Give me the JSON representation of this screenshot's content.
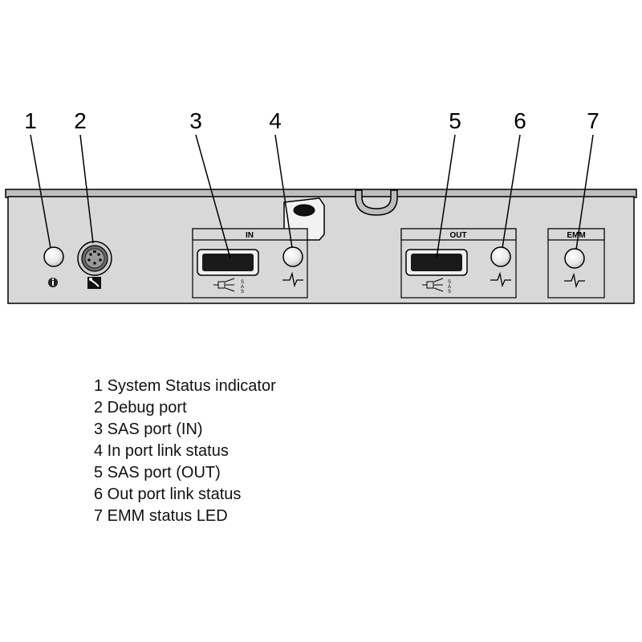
{
  "callouts": [
    {
      "num": "1",
      "label": "System Status indicator"
    },
    {
      "num": "2",
      "label": "Debug port"
    },
    {
      "num": "3",
      "label": "SAS port (IN)"
    },
    {
      "num": "4",
      "label": "In port link status"
    },
    {
      "num": "5",
      "label": "SAS port (OUT)"
    },
    {
      "num": "6",
      "label": "Out port link status"
    },
    {
      "num": "7",
      "label": "EMM status LED"
    }
  ],
  "panel": {
    "in_label": "IN",
    "out_label": "OUT",
    "emm_label": "EMM",
    "sas_letters": [
      "S",
      "A",
      "S"
    ]
  },
  "legend": [
    "1 System Status indicator",
    "2 Debug port",
    "3 SAS port (IN)",
    "4 In port link status",
    "5 SAS port (OUT)",
    "6 Out port link status",
    "7 EMM status LED"
  ],
  "colors": {
    "panel_fill": "#d8d8d8",
    "panel_top": "#bfbfbf",
    "led_fill": "#efefef",
    "port_fill": "#1a1a1a",
    "line": "#000000"
  },
  "icons": {
    "status": "info-icon",
    "debug": "wrench-icon",
    "sas": "sas-connector-icon",
    "link": "heartbeat-icon"
  }
}
